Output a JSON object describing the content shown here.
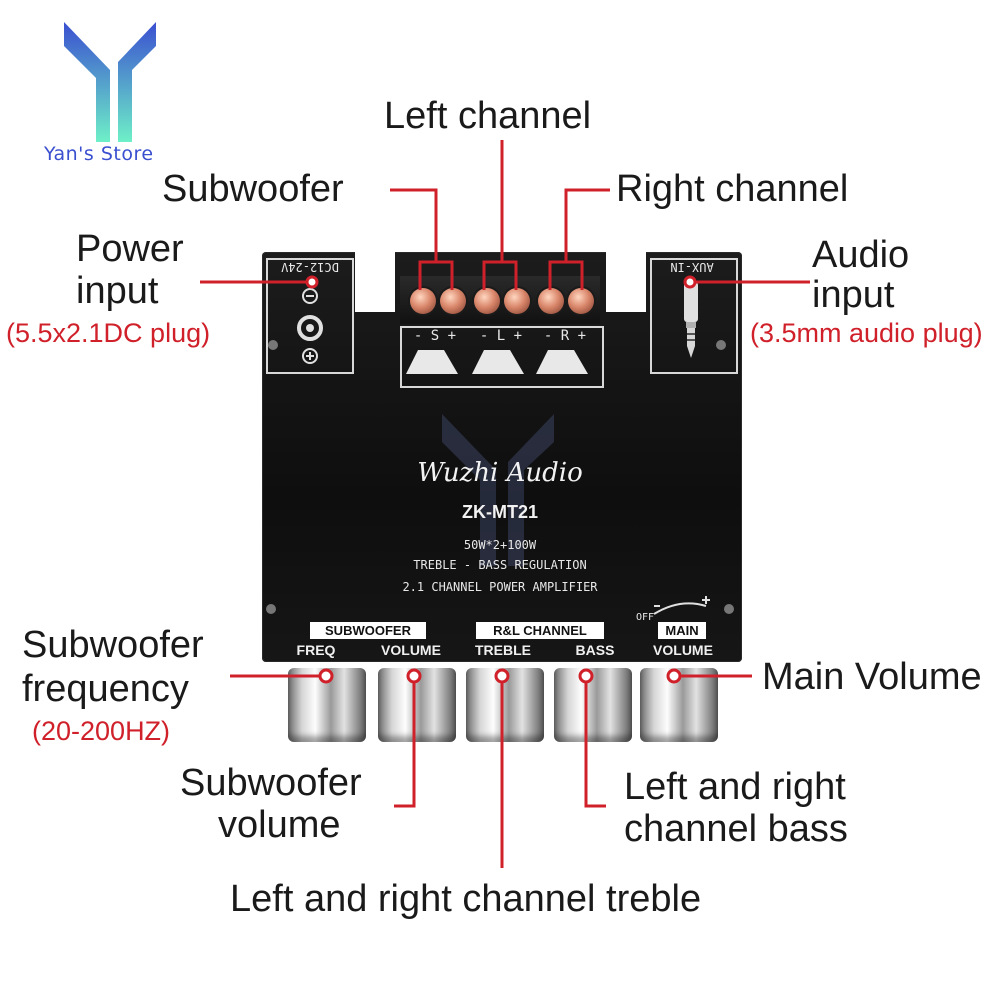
{
  "brand": {
    "store_name": "Yan's Store",
    "colors": {
      "logo_blue": "#3a4fd0",
      "logo_teal": "#5fe0c0",
      "accent_red": "#d0202a"
    }
  },
  "callouts": {
    "left_channel": "Left channel",
    "subwoofer": "Subwoofer",
    "right_channel": "Right channel",
    "power_input_line1": "Power",
    "power_input_line2": "input",
    "power_input_note": "(5.5x2.1DC plug)",
    "audio_input_line1": "Audio",
    "audio_input_line2": "input",
    "audio_input_note": "(3.5mm audio plug)",
    "sub_freq_line1": "Subwoofer",
    "sub_freq_line2": "frequency",
    "sub_freq_note": "(20-200HZ)",
    "main_volume": "Main Volume",
    "sub_volume_line1": "Subwoofer",
    "sub_volume_line2": "volume",
    "lr_bass_line1": "Left and right",
    "lr_bass_line2": "channel bass",
    "lr_treble": "Left and right channel treble"
  },
  "board": {
    "dc_label": "DC12-24V",
    "aux_label": "AUX-IN",
    "terminal_labels": [
      "- S +",
      "- L +",
      "- R +"
    ],
    "brand_script": "Wuzhi Audio",
    "model": "ZK-MT21",
    "power_spec": "50W*2+100W",
    "line1": "TREBLE - BASS REGULATION",
    "line2": "2.1 CHANNEL POWER AMPLIFIER",
    "off_label": "OFF",
    "groups": [
      "SUBWOOFER",
      "R&L CHANNEL",
      "MAIN"
    ],
    "controls": [
      "FREQ",
      "VOLUME",
      "TREBLE",
      "BASS",
      "VOLUME"
    ]
  }
}
